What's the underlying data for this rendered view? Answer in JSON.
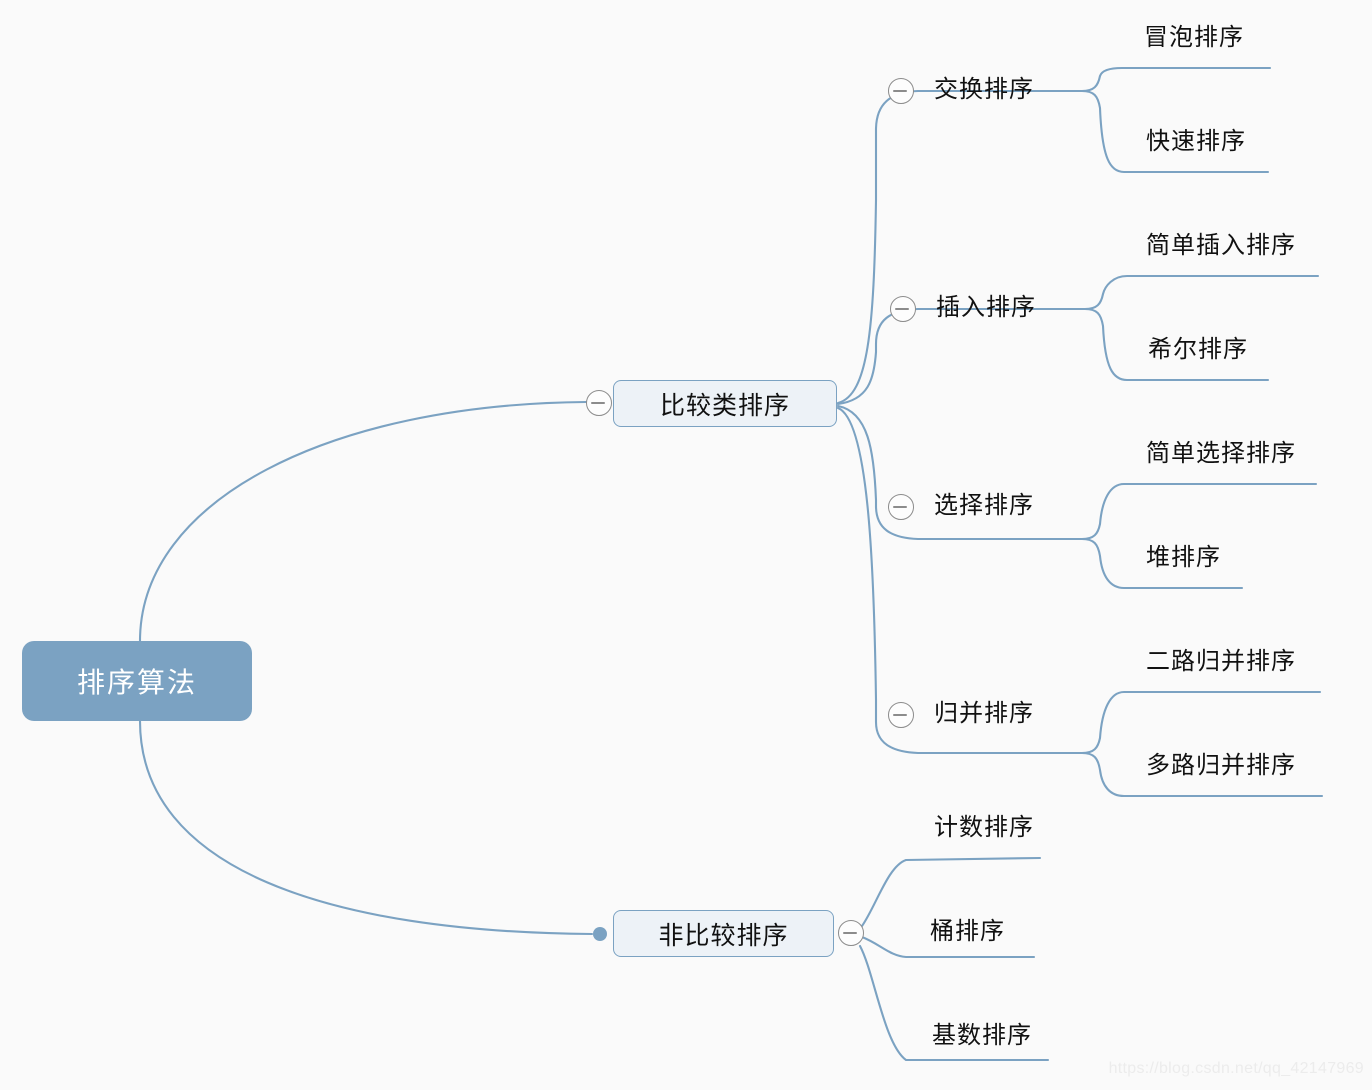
{
  "diagram": {
    "type": "mindmap",
    "title": "排序算法",
    "background_color": "#fafafa",
    "accent_color": "#7ba2c2",
    "root_fill": "#7ba2c2",
    "root_text_color": "#ffffff",
    "node_fill": "#edf2f7",
    "node_border": "#7ba2c2",
    "connector_color": "#7ba2c2",
    "toggle_color": "#8c8c8c"
  },
  "root": {
    "label": "排序算法"
  },
  "branches": [
    {
      "label": "比较类排序",
      "children": [
        {
          "label": "交换排序",
          "leaves": [
            {
              "label": "冒泡排序"
            },
            {
              "label": "快速排序"
            }
          ]
        },
        {
          "label": "插入排序",
          "leaves": [
            {
              "label": "简单插入排序"
            },
            {
              "label": "希尔排序"
            }
          ]
        },
        {
          "label": "选择排序",
          "leaves": [
            {
              "label": "简单选择排序"
            },
            {
              "label": "堆排序"
            }
          ]
        },
        {
          "label": "归并排序",
          "leaves": [
            {
              "label": "二路归并排序"
            },
            {
              "label": "多路归并排序"
            }
          ]
        }
      ]
    },
    {
      "label": "非比较排序",
      "children": [
        {
          "label": "计数排序",
          "leaves": []
        },
        {
          "label": "桶排序",
          "leaves": []
        },
        {
          "label": "基数排序",
          "leaves": []
        }
      ]
    }
  ],
  "watermark": {
    "text": "https://blog.csdn.net/qq_42147969"
  }
}
